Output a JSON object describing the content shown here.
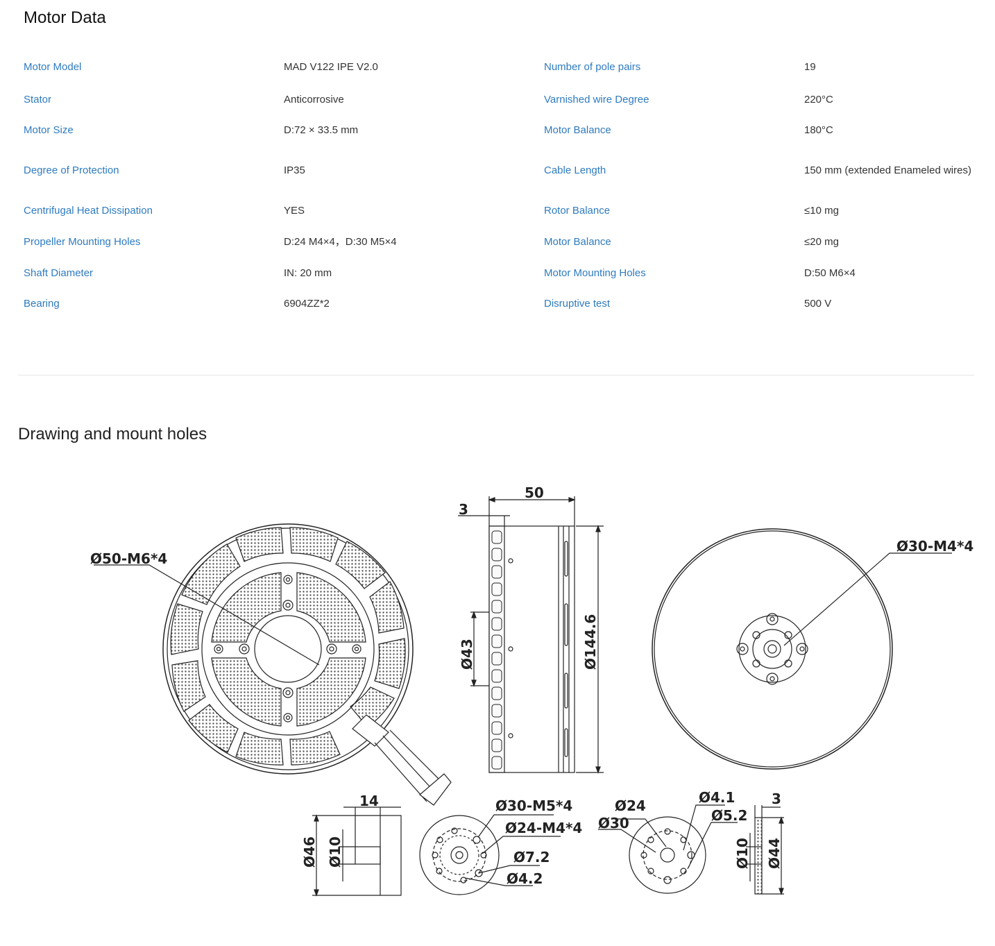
{
  "motor_data": {
    "title": "Motor Data",
    "rows": [
      {
        "label1": "Motor Model",
        "value1": "MAD V122 IPE V2.0",
        "label2": "Number of pole pairs",
        "value2": "19"
      },
      {
        "label1": "Stator",
        "value1": "Anticorrosive",
        "label2": "Varnished wire Degree",
        "value2": "220°C"
      },
      {
        "label1": "Motor Size",
        "value1": "D:72 × 33.5 mm",
        "label2": "Motor Balance",
        "value2": "180°C"
      },
      {
        "label1": "Degree of Protection",
        "value1": "IP35",
        "label2": "Cable Length",
        "value2": "150 mm (extended Enameled wires)"
      },
      {
        "label1": "Centrifugal Heat Dissipation",
        "value1": "YES",
        "label2": "Rotor Balance",
        "value2": "≤10 mg"
      },
      {
        "label1": "Propeller Mounting Holes",
        "value1": "D:24 M4×4，D:30 M5×4",
        "label2": "Motor Balance",
        "value2": "≤20 mg"
      },
      {
        "label1": "Shaft Diameter",
        "value1": "IN: 20 mm",
        "label2": "Motor Mounting Holes",
        "value2": "D:50 M6×4"
      },
      {
        "label1": "Bearing",
        "value1": "6904ZZ*2",
        "label2": "Disruptive test",
        "value2": "500 V"
      }
    ]
  },
  "drawing_section": {
    "title": "Drawing and mount holes",
    "dimensions": {
      "front_holes": "Ø50-M6*4",
      "side_width": "50",
      "side_offset": "3",
      "side_inner": "Ø43",
      "side_outer": "Ø144.6",
      "back_holes": "Ø30-M4*4",
      "shaft_length": "14",
      "shaft_outer": "Ø46",
      "shaft_inner": "Ø10",
      "adapter1_d30": "Ø30-M5*4",
      "adapter1_d24": "Ø24-M4*4",
      "adapter1_d72": "Ø7.2",
      "adapter1_d42": "Ø4.2",
      "adapter2_d24": "Ø24",
      "adapter2_d30": "Ø30",
      "adapter2_d41": "Ø4.1",
      "adapter2_d52": "Ø5.2",
      "plate_thickness": "3",
      "plate_inner": "Ø10",
      "plate_outer": "Ø44"
    }
  }
}
